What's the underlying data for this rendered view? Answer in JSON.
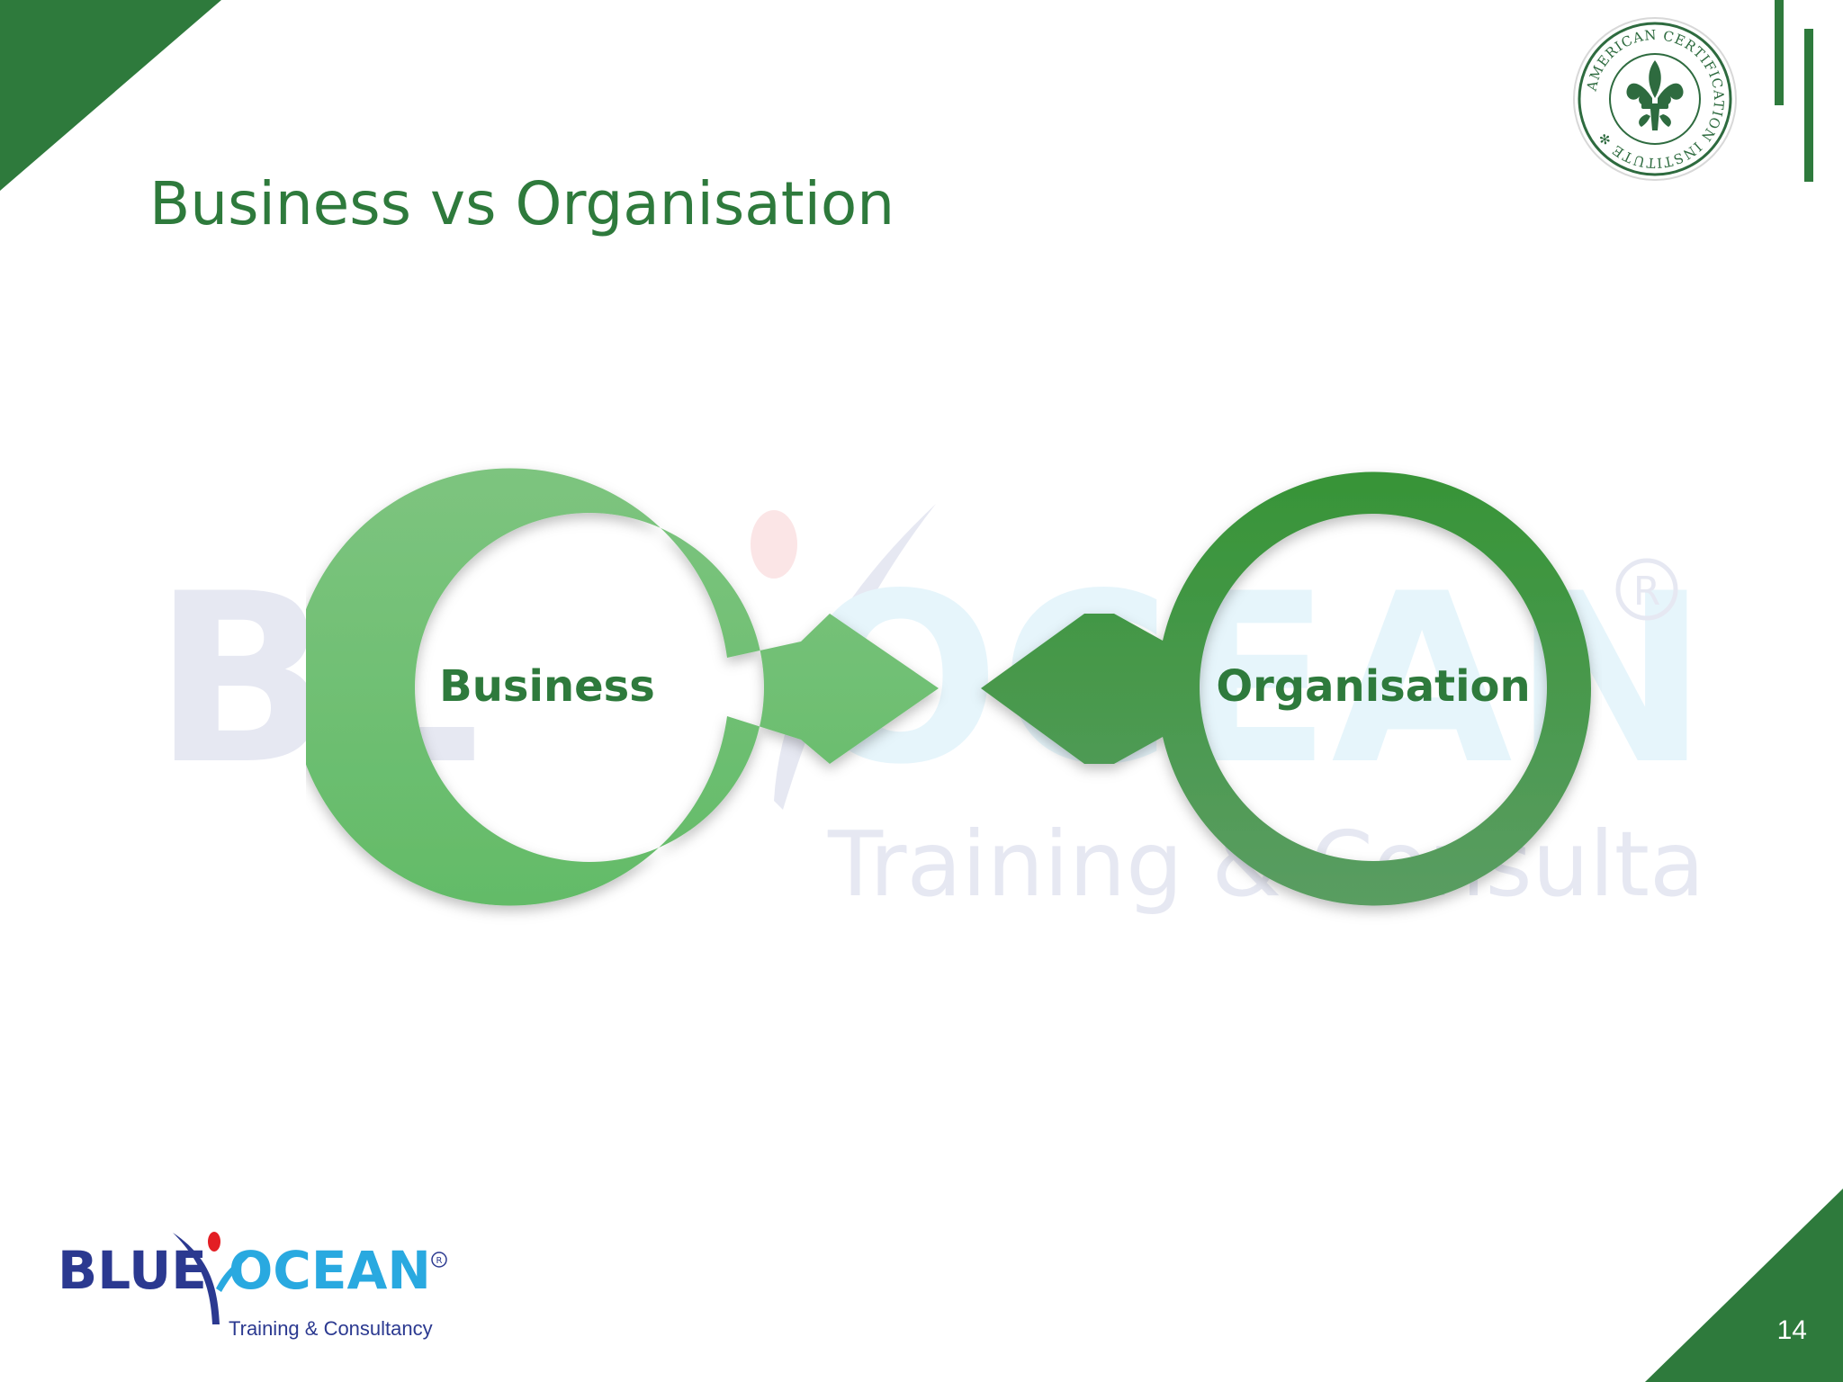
{
  "slide": {
    "title": "Business vs Organisation",
    "page_number": "14"
  },
  "diagram": {
    "nodes": [
      {
        "label": "Business",
        "color": "#6cbd70"
      },
      {
        "label": "Organisation",
        "color": "#3d8f45"
      }
    ],
    "arrows": [
      {
        "from": "Business",
        "direction": "right"
      },
      {
        "from": "Organisation",
        "direction": "left"
      }
    ]
  },
  "branding": {
    "logo_text": "BLUE OCEAN",
    "logo_tagline": "Training & Consultancy",
    "seal_text": "AMERICAN CERTIFICATION INSTITUTE",
    "colors": {
      "primary_green": "#2e7a3c",
      "light_green": "#6cbd70",
      "dark_green": "#3d8f45",
      "logo_blue": "#2b3990",
      "logo_cyan": "#29a9e0",
      "logo_red": "#e31e24"
    }
  }
}
